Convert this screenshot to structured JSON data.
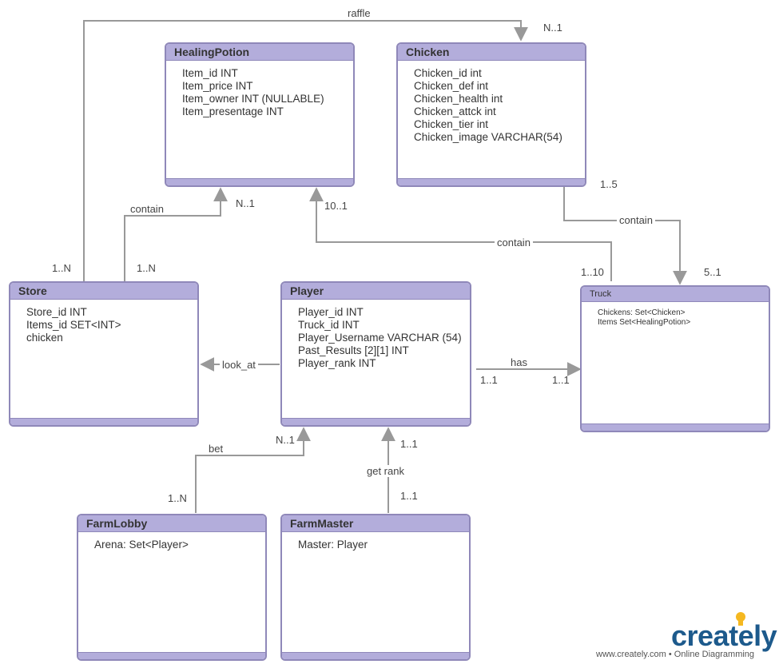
{
  "entities": {
    "healingpotion": {
      "title": "HealingPotion",
      "fields": [
        "Item_id INT",
        "Item_price INT",
        "Item_owner INT (NULLABLE)",
        "Item_presentage INT"
      ]
    },
    "chicken": {
      "title": "Chicken",
      "fields": [
        "Chicken_id int",
        "Chicken_def int",
        "Chicken_health int",
        "Chicken_attck int",
        "Chicken_tier int",
        "Chicken_image VARCHAR(54)"
      ]
    },
    "store": {
      "title": "Store",
      "fields": [
        "Store_id INT",
        "Items_id SET<INT>",
        "chicken"
      ]
    },
    "player": {
      "title": "Player",
      "fields": [
        "Player_id INT",
        "Truck_id INT",
        "Player_Username VARCHAR (54)",
        "Past_Results [2][1] INT",
        "Player_rank INT"
      ]
    },
    "truck": {
      "title": "Truck",
      "fields": [
        "Chickens: Set<Chicken>",
        "Items Set<HealingPotion>"
      ]
    },
    "farmlobby": {
      "title": "FarmLobby",
      "fields": [
        "Arena: Set<Player>"
      ]
    },
    "farmmaster": {
      "title": "FarmMaster",
      "fields": [
        "Master: Player"
      ]
    }
  },
  "relations": {
    "raffle": "raffle",
    "store_contain": "contain",
    "chicken_contain": "contain",
    "truck_contain": "contain",
    "look_at": "look_at",
    "has": "has",
    "bet": "bet",
    "get_rank": "get rank"
  },
  "cardinalities": {
    "raffle_chicken": "N..1",
    "raffle_store": "1..N",
    "store_contain_potion": "N..1",
    "store_contain_store": "1..N",
    "truck_contain_potion": "10..1",
    "truck_contain_truck": "1..10",
    "chicken_contain_chicken": "1..5",
    "chicken_contain_truck": "5..1",
    "has_player": "1..1",
    "has_truck": "1..1",
    "bet_player": "N..1",
    "bet_lobby": "1..N",
    "rank_player": "1..1",
    "rank_master": "1..1"
  },
  "branding": {
    "logo": "creately",
    "footer": "www.creately.com • Online Diagramming"
  },
  "colors": {
    "header": "#b3addb",
    "border": "#8f88b9",
    "line": "#999999",
    "logo": "#1d5a8c",
    "bulb": "#f5b820"
  }
}
